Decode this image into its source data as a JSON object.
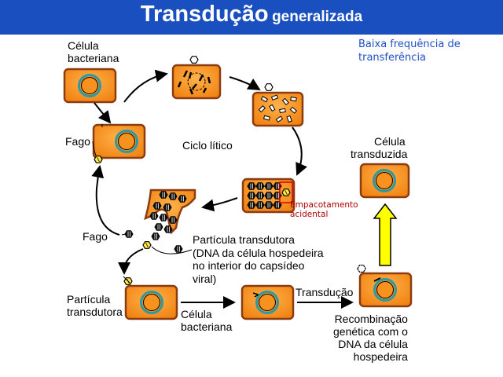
{
  "title": {
    "main": "Transdução",
    "sub": "generalizada"
  },
  "note": {
    "line1": "Baixa frequência de",
    "line2": "transferência"
  },
  "labels": {
    "celula_bacteriana_top_1": "Célula",
    "celula_bacteriana_top_2": "bacteriana",
    "fago_top": "Fago",
    "ciclo_litico": "Ciclo lítico",
    "celula_transduzida_1": "Célula",
    "celula_transduzida_2": "transduzida",
    "empacotamento_1": "Empacotamento",
    "empacotamento_2": "acidental",
    "fago_mid": "Fago",
    "particula_desc_1": "Partícula transdutora",
    "particula_desc_2": "(DNA da célula hospedeira",
    "particula_desc_3": "no interior do capsídeo",
    "particula_desc_4": "viral)",
    "particula_transdutora_1": "Partícula",
    "particula_transdutora_2": "transdutora",
    "celula_bacteriana_bottom_1": "Célula",
    "celula_bacteriana_bottom_2": "bacteriana",
    "transducao": "Transdução",
    "recombinacao_1": "Recombinação",
    "recombinacao_2": "genética com o",
    "recombinacao_3": "DNA da célula",
    "recombinacao_4": "hospedeira"
  },
  "colors": {
    "header": "#1a4fc0",
    "cell_fill": "#f7921e",
    "cell_border": "#8b3c10",
    "chromosome": "#2c9aa6",
    "arrow_up": "#ffff00",
    "highlight": "#dd0000",
    "note_text": "#1f4fc8"
  },
  "icons": [
    "bacterium-cell",
    "phage-head",
    "dna-fragment",
    "arrow",
    "dashed-dna-fragment"
  ]
}
